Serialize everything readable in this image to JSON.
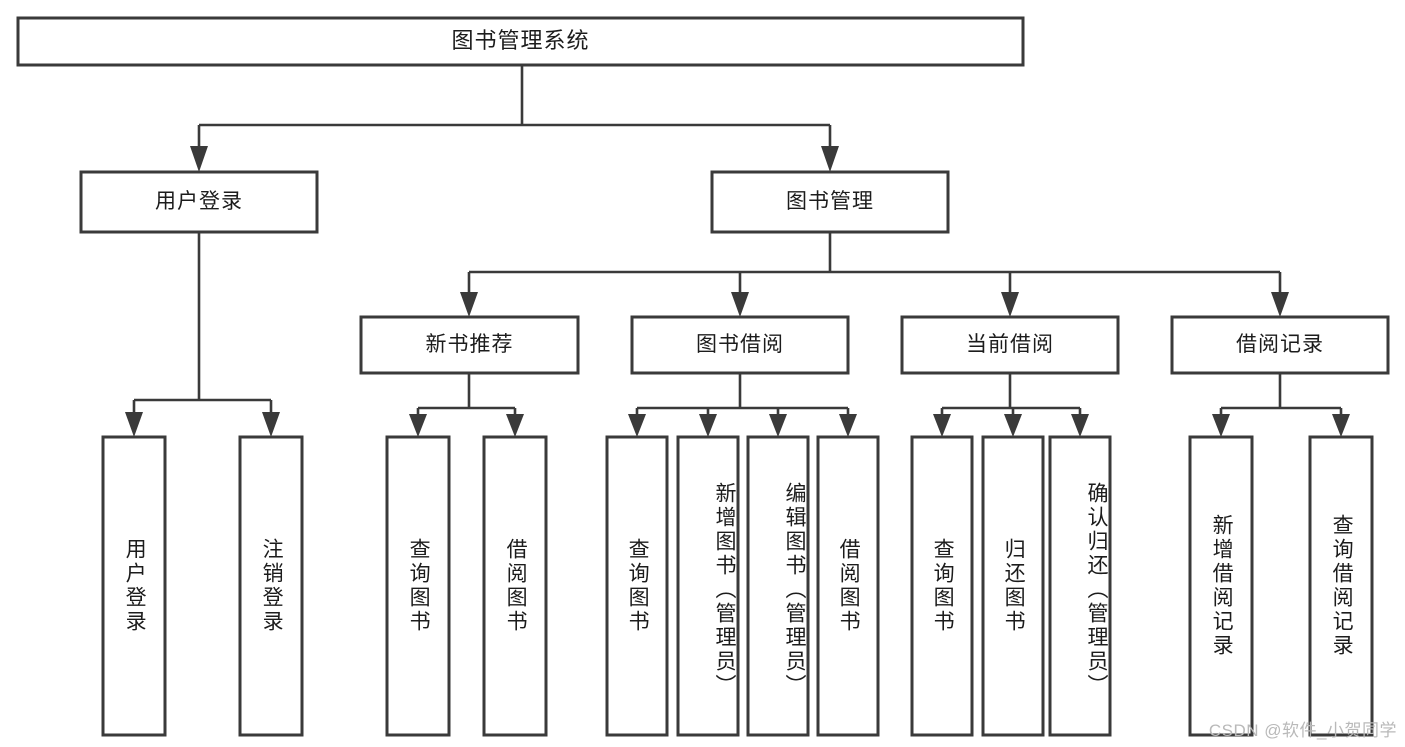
{
  "diagram": {
    "type": "tree",
    "title": "图书管理系统",
    "watermark": "CSDN @软件_小贺同学",
    "colors": {
      "stroke": "#3a3a3a",
      "fill": "#ffffff",
      "text": "#1c1c1c",
      "watermark": "#b9b9b9"
    },
    "root": {
      "label": "图书管理系统"
    },
    "level2": [
      {
        "label": "用户登录"
      },
      {
        "label": "图书管理"
      }
    ],
    "level3": [
      {
        "label": "新书推荐"
      },
      {
        "label": "图书借阅"
      },
      {
        "label": "当前借阅"
      },
      {
        "label": "借阅记录"
      }
    ],
    "leaves": {
      "user_login": [
        {
          "label": "用户登录"
        },
        {
          "label": "注销登录"
        }
      ],
      "new_book": [
        {
          "label": "查询图书"
        },
        {
          "label": "借阅图书"
        }
      ],
      "book_borrow": [
        {
          "label": "查询图书"
        },
        {
          "label": "新增图书（管理员）"
        },
        {
          "label": "编辑图书（管理员）"
        },
        {
          "label": "借阅图书"
        }
      ],
      "current_borrow": [
        {
          "label": "查询图书"
        },
        {
          "label": "归还图书"
        },
        {
          "label": "确认归还（管理员）"
        }
      ],
      "borrow_record": [
        {
          "label": "新增借阅记录"
        },
        {
          "label": "查询借阅记录"
        }
      ]
    }
  }
}
